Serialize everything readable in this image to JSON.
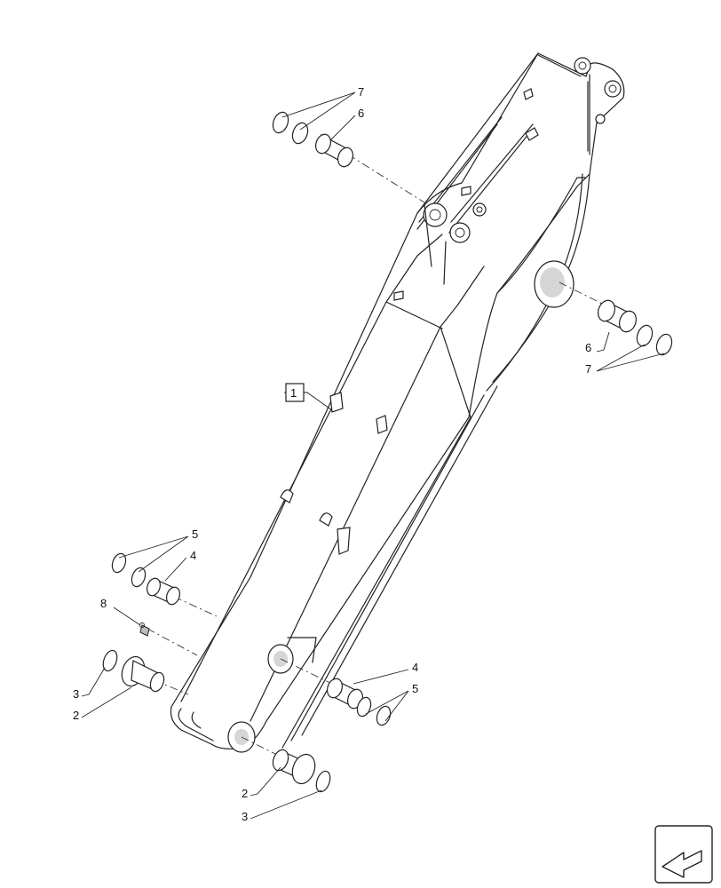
{
  "reference_box": "1",
  "callouts": {
    "p7_top": "7",
    "p6_top": "6",
    "p6_right": "6",
    "p7_right": "7",
    "p5_left": "5",
    "p4_left": "4",
    "p8": "8",
    "p3_left": "3",
    "p2_left": "2",
    "p4_right": "4",
    "p5_right": "5",
    "p2_bottom": "2",
    "p3_bottom": "3"
  },
  "icons": {
    "corner": "next-page-arrow-icon"
  }
}
